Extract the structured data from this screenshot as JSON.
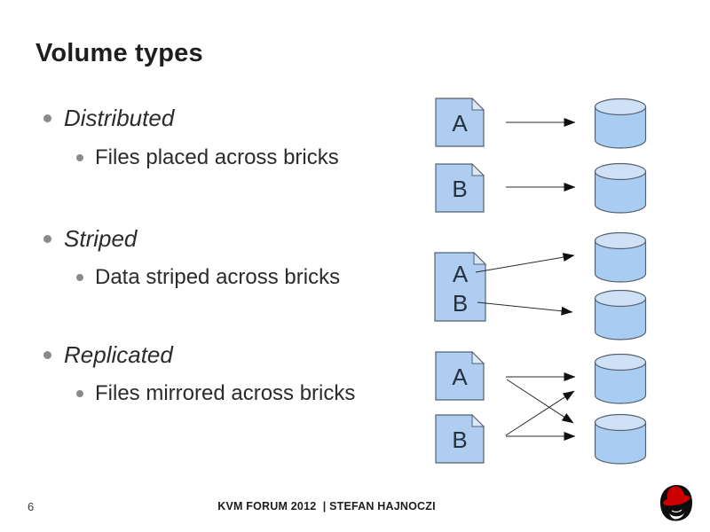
{
  "slide": {
    "title": "Volume types",
    "page_number": "6",
    "footer_text": "KVM FORUM 2012  | STEFAN HAJNOCZI"
  },
  "bullets": [
    {
      "label": "Distributed",
      "sub": "Files placed across bricks"
    },
    {
      "label": "Striped",
      "sub": "Data striped across bricks"
    },
    {
      "label": "Replicated",
      "sub": "Files mirrored across bricks"
    }
  ],
  "diagram": {
    "distributed": {
      "file_a_label": "A",
      "file_b_label": "B",
      "brick_count": 2
    },
    "striped": {
      "file_a_label": "A",
      "file_b_label": "B",
      "brick_count": 2
    },
    "replicated": {
      "file_a_label": "A",
      "file_b_label": "B",
      "brick_count": 2
    }
  },
  "icons": {
    "bullet": "circle-bullet",
    "file": "document-page-icon",
    "brick": "cylinder-brick-icon",
    "arrow": "black-arrowhead-line",
    "logo": "red-hat-shadowman-logo"
  },
  "colors": {
    "file_fill": "#aecdf1",
    "file_fold": "#dce9fa",
    "cylinder_body": "#a9cdf2",
    "cylinder_top": "#cfe1f7",
    "shape_outline": "#55616e",
    "arrow": "#2a2a2a",
    "bullet_gray": "#8a8a8a",
    "text_dark": "#2b2b2b",
    "logo_red": "#cc0000",
    "logo_black": "#0d0d0d"
  }
}
